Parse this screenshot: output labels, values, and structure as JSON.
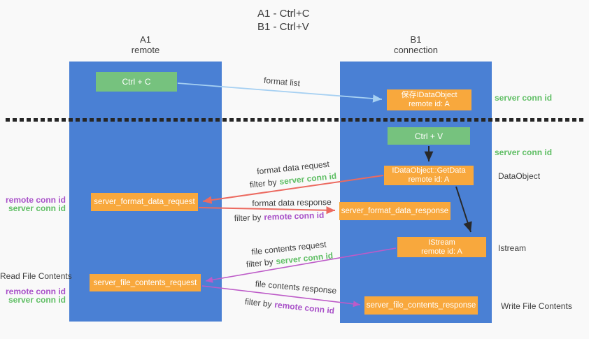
{
  "title": {
    "line1": "A1 - Ctrl+C",
    "line2": "B1 - Ctrl+V"
  },
  "columns": {
    "a": {
      "name": "A1",
      "subtitle": "remote"
    },
    "b": {
      "name": "B1",
      "subtitle": "connection"
    }
  },
  "nodes": {
    "ctrl_c": "Ctrl + C",
    "ctrl_v": "Ctrl + V",
    "save_dataobject": {
      "line1": "保存IDataObject",
      "line2": "remote id: A"
    },
    "getdata": {
      "line1": "IDataObject::GetData",
      "line2": "remote id: A"
    },
    "istream": {
      "line1": "IStream",
      "line2": "remote id: A"
    },
    "format_request": "server_format_data_request",
    "format_response": "server_format_data_response",
    "file_request": "server_file_contents_request",
    "file_response": "server_file_contents_response"
  },
  "labels": {
    "format_list": "format list",
    "format_data_request": "format data request",
    "format_data_response": "format data response",
    "file_contents_request": "file contents request",
    "file_contents_response": "file contents response",
    "filter_by": "filter by",
    "server_conn_id": "server conn id",
    "remote_conn_id": "remote conn id",
    "dataobject": "DataObject",
    "istream": "Istream",
    "read_file_contents": "Read File Contents",
    "write_file_contents": "Write File Contents"
  },
  "colors": {
    "lifeline_blue": "#4a80d4",
    "node_green": "#76c27e",
    "node_orange": "#f8a83d",
    "arrow_light_blue": "#a6d0f2",
    "arrow_red": "#ec6a60",
    "arrow_purple": "#bd5bc8",
    "arrow_black": "#282828",
    "text_green": "#5fbe64",
    "text_purple": "#a850c8",
    "background": "#f9f9f9"
  }
}
